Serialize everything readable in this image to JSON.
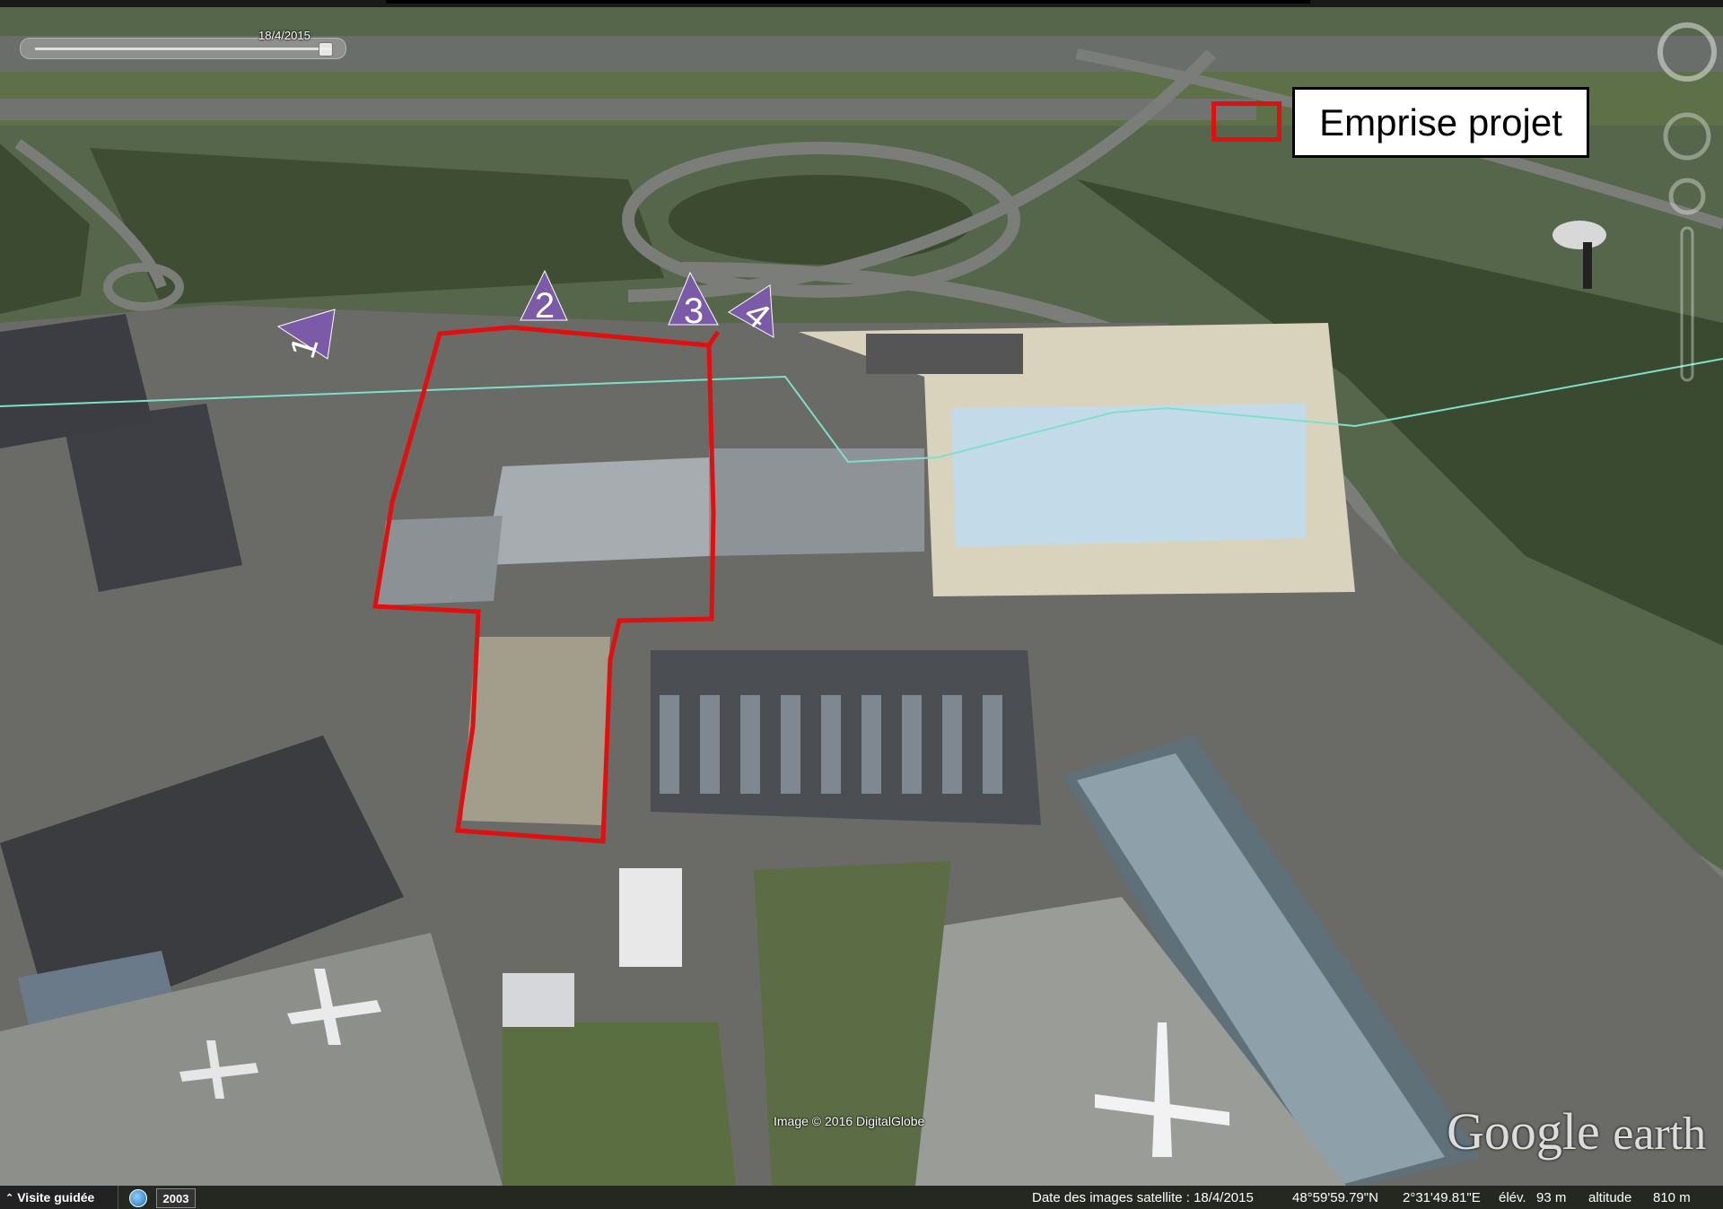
{
  "slider": {
    "date": "18/4/2015"
  },
  "legend": {
    "label": "Emprise projet",
    "color": "#e01010"
  },
  "markers": [
    {
      "label": "1",
      "icon": "triangle-marker-icon",
      "color": "#7b5ba8"
    },
    {
      "label": "2",
      "icon": "triangle-marker-icon",
      "color": "#7b5ba8"
    },
    {
      "label": "3",
      "icon": "triangle-marker-icon",
      "color": "#7b5ba8"
    },
    {
      "label": "4",
      "icon": "triangle-marker-icon",
      "color": "#7b5ba8"
    }
  ],
  "attribution": "Image © 2016 DigitalGlobe",
  "logo": {
    "google": "Google",
    "earth": "earth"
  },
  "status_bar": {
    "tour_label": "Visite guidée",
    "year": "2003",
    "imagery_date": "Date des images satellite : 18/4/2015",
    "lat": "48°59'59.79\"N",
    "lon": "2°31'49.81\"E",
    "elev_label": "élév.",
    "elev_value": "93 m",
    "alt_label": "altitude",
    "alt_value": "810 m"
  },
  "colors": {
    "boundary": "#e01010",
    "path_line": "#7fe0c8",
    "marker": "#7b5ba8"
  }
}
